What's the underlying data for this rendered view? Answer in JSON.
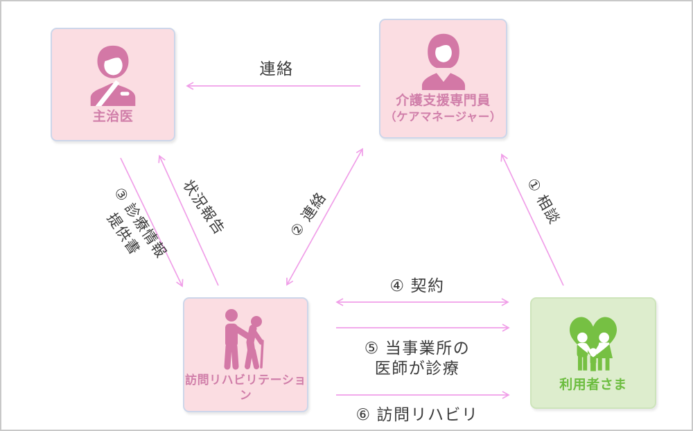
{
  "diagram": {
    "colors": {
      "background": "#ffffff",
      "frame_border": "#c8c8c8",
      "arrow_pink": "#f09ee8",
      "node_pink_bg": "#fbdde2",
      "node_pink_border": "#ccd6ea",
      "node_pink_icon": "#d378a6",
      "node_pink_label": "#d07ea9",
      "node_green_bg": "#ddedcd",
      "node_green_border": "#cde4ba",
      "node_green_icon": "#76c043",
      "node_green_label": "#6cbd3f",
      "label_dark": "#3a3a3a"
    },
    "nodes": [
      {
        "id": "doctor",
        "label": "主治医",
        "icon": "doctor-icon",
        "color": "pink"
      },
      {
        "id": "care-manager",
        "label": "介護支援専門員",
        "sublabel": "（ケアマネージャー）",
        "icon": "care-manager-icon",
        "color": "pink"
      },
      {
        "id": "visiting-rehab",
        "label": "訪問リハビリテーション",
        "icon": "caregiver-icon",
        "color": "pink"
      },
      {
        "id": "client",
        "label": "利用者さま",
        "icon": "family-heart-icon",
        "color": "green"
      }
    ],
    "arrows": [
      {
        "id": "contact-to-doctor",
        "label": "連絡",
        "from": "care-manager",
        "to": "doctor",
        "heads": "single"
      },
      {
        "id": "consult",
        "label": "① 相談",
        "from": "client",
        "to": "care-manager",
        "heads": "single"
      },
      {
        "id": "contact-rehab",
        "label": "② 連絡",
        "from": "care-manager",
        "to": "visiting-rehab",
        "heads": "double"
      },
      {
        "id": "medical-info-doc",
        "label": "③ 診療情報提供書",
        "label_line1": "③ 診療情報",
        "label_line2": "提供書",
        "from": "doctor",
        "to": "visiting-rehab",
        "heads": "single"
      },
      {
        "id": "status-report",
        "label": "状況報告",
        "from": "visiting-rehab",
        "to": "doctor",
        "heads": "single"
      },
      {
        "id": "contract",
        "label": "④ 契約",
        "from": "visiting-rehab",
        "to": "client",
        "heads": "double"
      },
      {
        "id": "office-doctor-treats",
        "label": "⑤ 当事業所の医師が診療",
        "label_line1": "⑤ 当事業所の",
        "label_line2": "医師が診療",
        "from": "visiting-rehab",
        "to": "client",
        "heads": "single"
      },
      {
        "id": "visiting-rehab-service",
        "label": "⑥ 訪問リハビリ",
        "from": "visiting-rehab",
        "to": "client",
        "heads": "single"
      }
    ]
  }
}
